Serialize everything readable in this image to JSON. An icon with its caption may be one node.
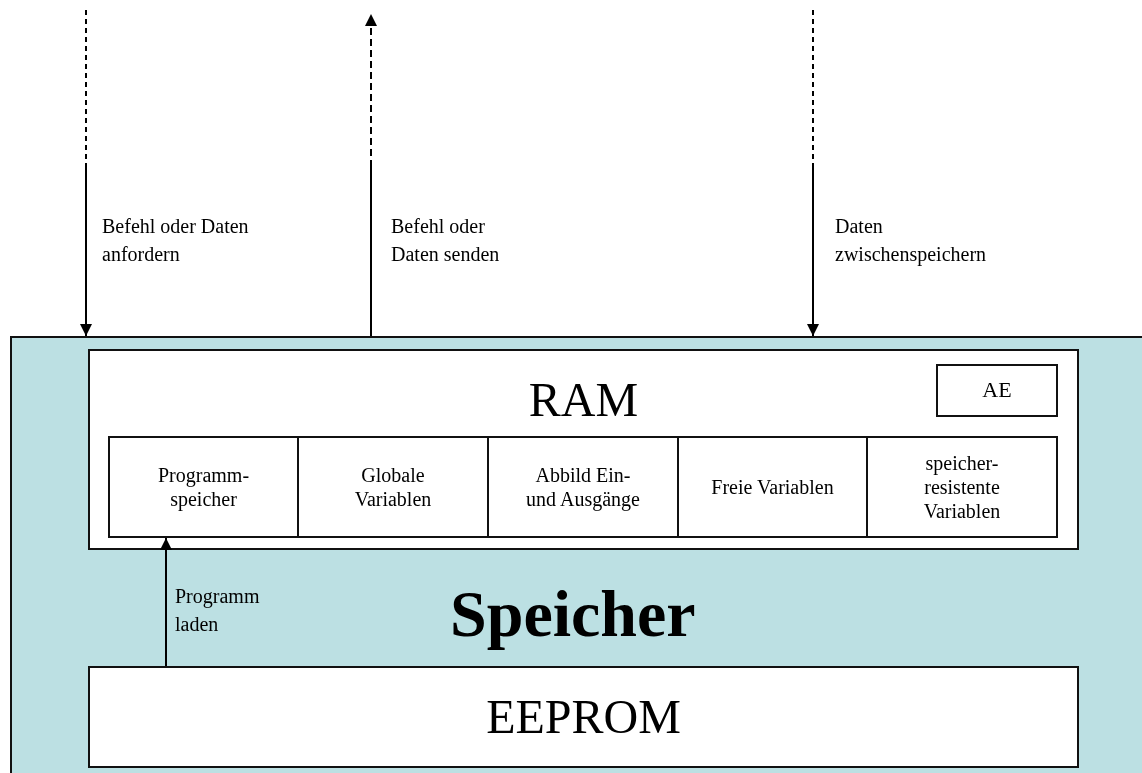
{
  "diagram": {
    "nodes": [
      {
        "text": [
          "Speicher"
        ]
      },
      {
        "text": [
          "RAM"
        ],
        "in": 0
      },
      {
        "text": [
          "AE"
        ],
        "in": 1
      },
      {
        "text": [
          "Programm- speicher"
        ],
        "in": 1
      },
      {
        "text": [
          "Globale Variablen"
        ],
        "in": 1
      },
      {
        "text": [
          "Abbild Ein- und Ausgänge"
        ],
        "in": 1
      },
      {
        "text": [
          "Freie Variablen"
        ],
        "in": 1
      },
      {
        "text": [
          "speicher- resistente Variablen"
        ],
        "in": 1
      },
      {
        "text": [
          "EEPROM"
        ],
        "in": 0
      }
    ],
    "edges": [
      {
        "from": null,
        "to": 0,
        "arrow": "to",
        "label": "Befehl oder Daten anfordern",
        "style": "dashed"
      },
      {
        "from": 0,
        "to": null,
        "arrow": "to",
        "label": "Befehl oder Daten senden",
        "style": "dashed"
      },
      {
        "from": null,
        "to": 0,
        "arrow": "to",
        "label": "Daten zwischenspeichern",
        "style": "dashed"
      },
      {
        "from": 8,
        "to": 3,
        "arrow": "to",
        "label": "Programm laden"
      }
    ]
  }
}
